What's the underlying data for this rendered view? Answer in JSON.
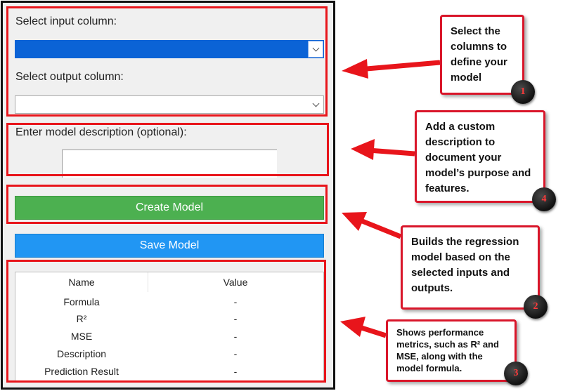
{
  "form": {
    "input_column_label": "Select input column:",
    "output_column_label": "Select output column:",
    "input_column_value": "",
    "output_column_value": "",
    "description_label": "Enter model description (optional):",
    "description_value": "",
    "create_button": "Create Model",
    "save_button": "Save Model"
  },
  "results_table": {
    "headers": [
      "Name",
      "Value"
    ],
    "rows": [
      {
        "name": "Formula",
        "value": "-"
      },
      {
        "name": "R²",
        "value": "-"
      },
      {
        "name": "MSE",
        "value": "-"
      },
      {
        "name": "Description",
        "value": "-"
      },
      {
        "name": "Prediction Result",
        "value": "-"
      }
    ]
  },
  "callouts": [
    {
      "number": "1",
      "text": "Select the columns to define your model"
    },
    {
      "number": "4",
      "text": "Add a custom description to document your model’s purpose and features."
    },
    {
      "number": "2",
      "text": "Builds the regression model based on the selected inputs and outputs."
    },
    {
      "number": "3",
      "text": "Shows performance metrics, such as R² and MSE, along with the model formula."
    }
  ],
  "colors": {
    "highlight": "#e8151b",
    "create_button": "#4cb050",
    "save_button": "#2196f3",
    "selection": "#0b63d6"
  }
}
